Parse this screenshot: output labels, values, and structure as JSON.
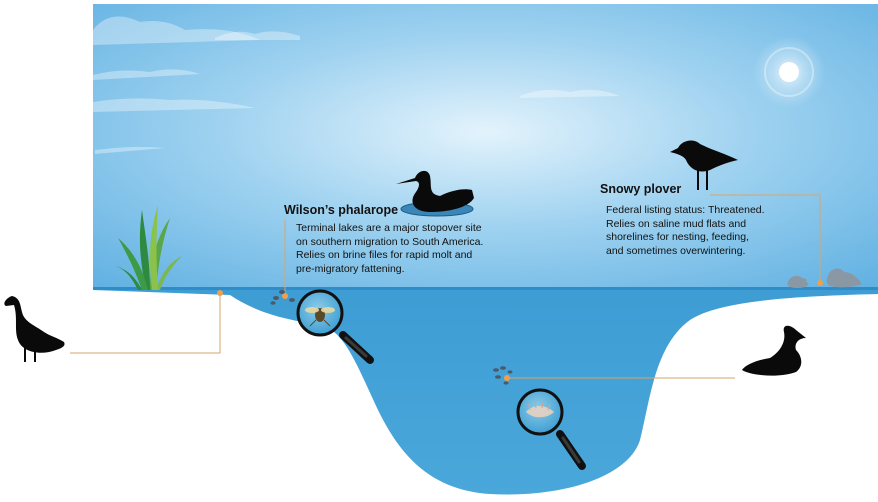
{
  "phalarope": {
    "title": "Wilson’s phalarope",
    "lines": [
      "Terminal lakes are a major stopover site",
      "on southern migration to South America.",
      "Relies on brine files for rapid molt and",
      "pre-migratory fattening."
    ]
  },
  "plover": {
    "title": "Snowy plover",
    "lines": [
      "Federal listing status: Threatened.",
      "Relies on saline mud flats and",
      "shorelines for nesting, feeding,",
      "and sometimes overwintering."
    ]
  },
  "icons": [
    "sun-icon",
    "cloud-icon",
    "marsh-grass-icon",
    "canada-goose-icon",
    "phalarope-icon",
    "snowy-plover-icon",
    "plover-chicks-icon",
    "eared-grebe-icon",
    "brine-fly-icon",
    "brine-shrimp-icon",
    "magnifier-icon"
  ],
  "colors": {
    "sky_top": "#6bb5e3",
    "sky_glow": "#d8eefa",
    "water": "#3f9fd3",
    "water_surface": "#2f8cc6",
    "leader_line": "#d9a46a",
    "leader_dot": "#f0a04a",
    "silhouette": "#0a0a0a"
  }
}
